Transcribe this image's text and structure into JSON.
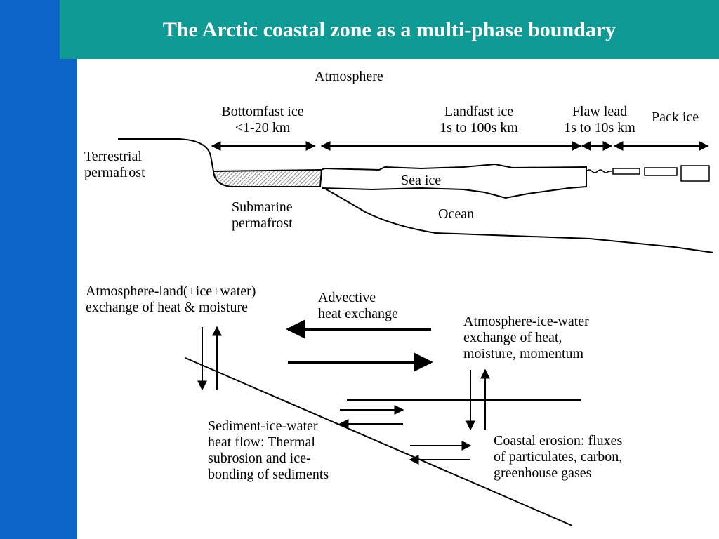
{
  "slide": {
    "title": "The Arctic coastal zone as a multi-phase boundary",
    "colors": {
      "sidebar": "#0d64c8",
      "title_bar": "#0f9a96",
      "title_text": "#ffffff",
      "ink": "#000000",
      "hatch": "#9a9a9a"
    }
  },
  "cross_section": {
    "atmosphere": "Atmosphere",
    "zones": [
      {
        "name": "Bottomfast ice",
        "extent": "<1-20 km"
      },
      {
        "name": "Landfast ice",
        "extent": "1s to 100s km"
      },
      {
        "name": "Flaw lead",
        "extent": "1s to 10s km"
      },
      {
        "name": "Pack ice",
        "extent": ""
      }
    ],
    "terrestrial_permafrost": "Terrestrial\npermafrost",
    "submarine_permafrost": "Submarine\npermafrost",
    "sea_ice": "Sea ice",
    "ocean": "Ocean"
  },
  "processes": {
    "atmosphere_land": "Atmosphere-land(+ice+water)\nexchange of heat & moisture",
    "advective": "Advective\nheat exchange",
    "atmosphere_ice_water": "Atmosphere-ice-water\nexchange of heat,\nmoisture, momentum",
    "sediment_ice_water": "Sediment-ice-water\nheat flow: Thermal\nsubrosion and ice-\nbonding of sediments",
    "coastal_erosion": "Coastal erosion: fluxes\nof particulates, carbon,\ngreenhouse gases"
  }
}
